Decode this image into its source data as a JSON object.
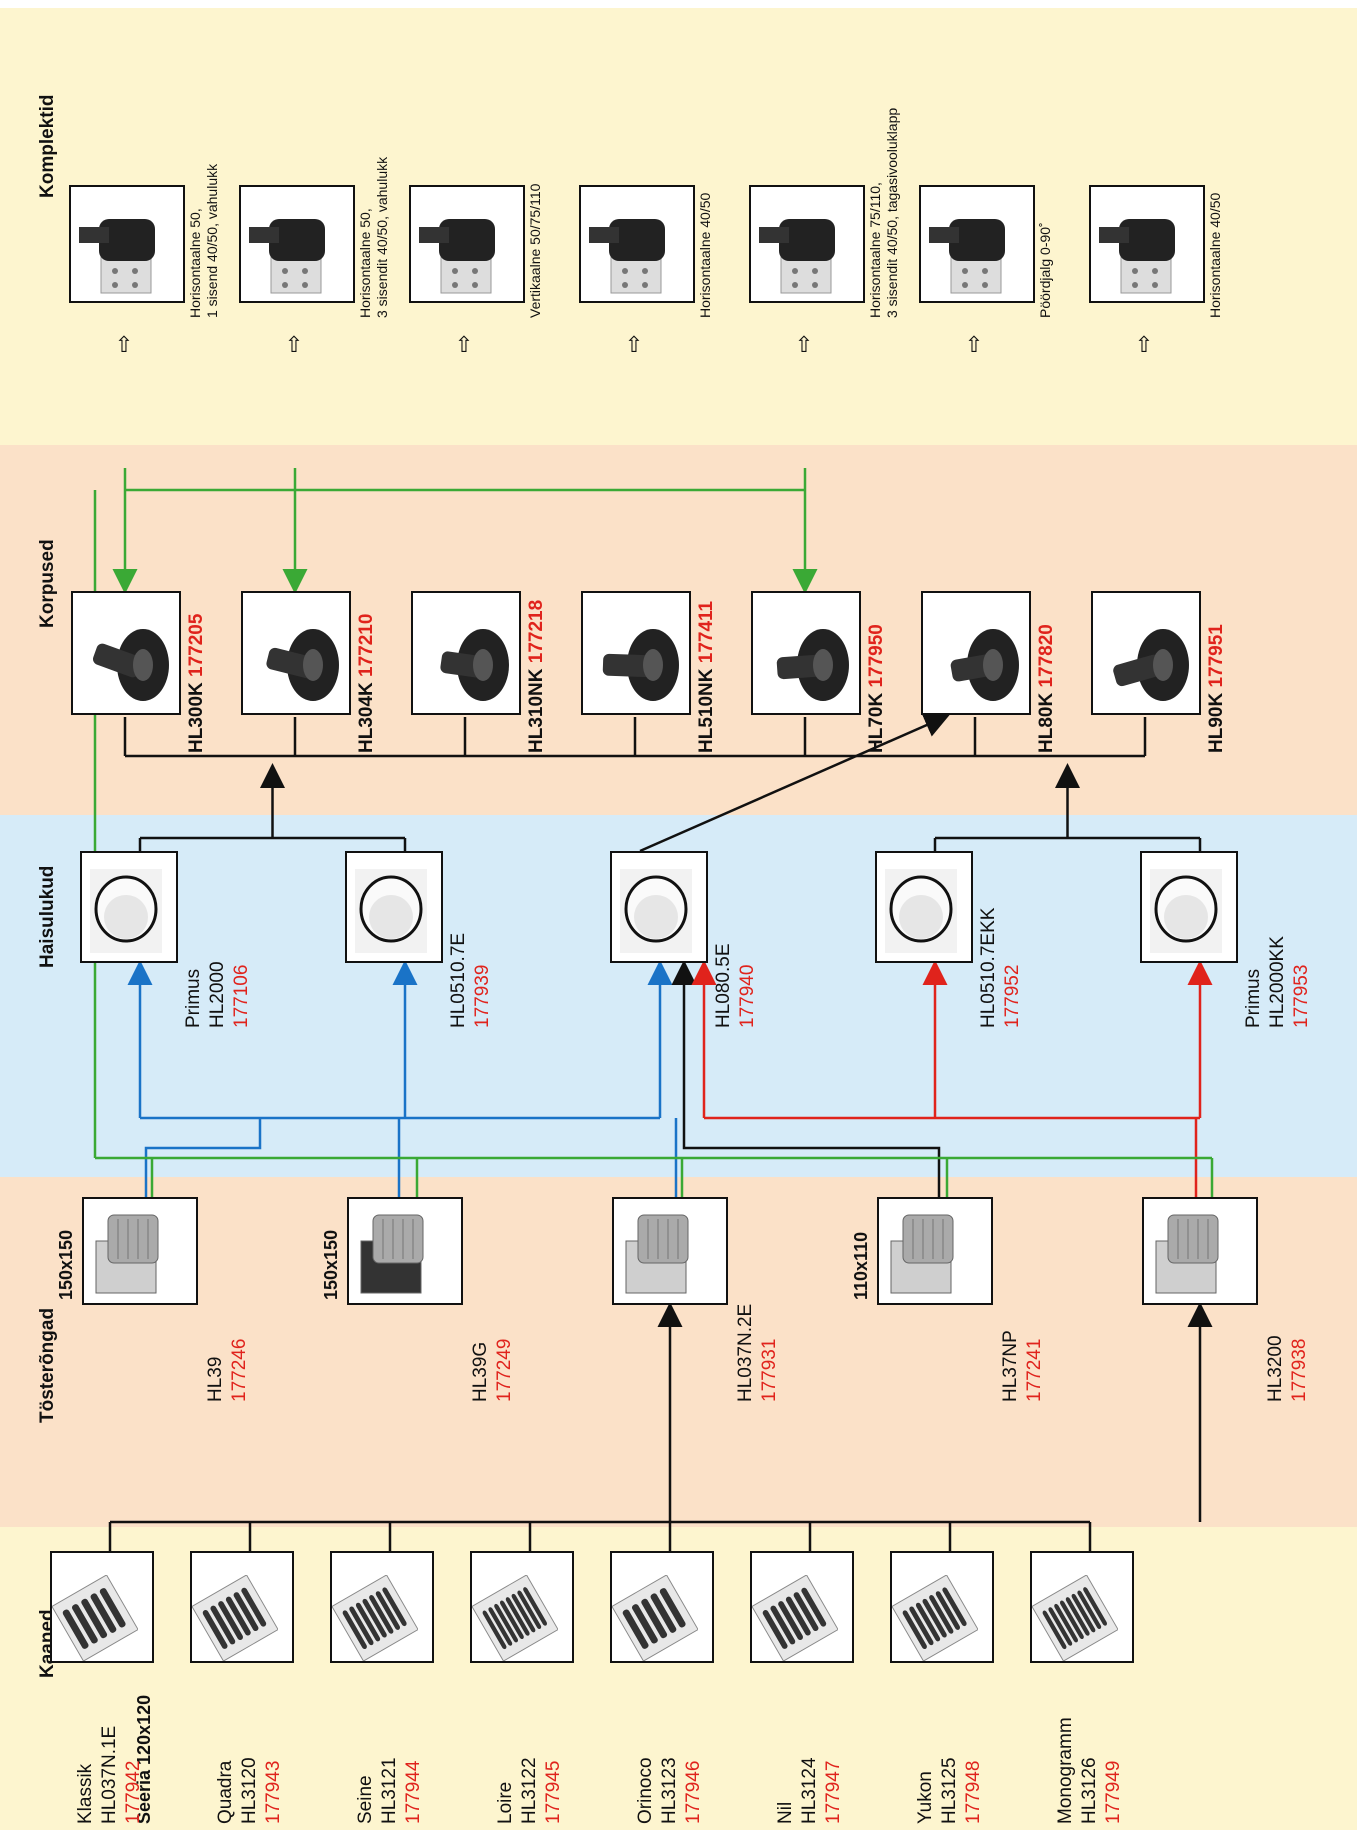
{
  "sections": {
    "kaaned": "Kaaned",
    "tosterongad": "Tösterõngad",
    "haisulukud": "Haisulukud",
    "korpused": "Korpused",
    "komplektid": "Komplektid"
  },
  "series_label": "Seeria 120x120",
  "colors": {
    "accent_red": "#e0231c",
    "blue": "#1a73c7",
    "green": "#3aa935",
    "line": "#111111"
  },
  "covers": [
    {
      "name": "Klassik",
      "code": "HL037N.1E",
      "num": "177942"
    },
    {
      "name": "Quadra",
      "code": "HL3120",
      "num": "177943"
    },
    {
      "name": "Seine",
      "code": "HL3121",
      "num": "177944"
    },
    {
      "name": "Loire",
      "code": "HL3122",
      "num": "177945"
    },
    {
      "name": "Orinoco",
      "code": "HL3123",
      "num": "177946"
    },
    {
      "name": "Nil",
      "code": "HL3124",
      "num": "177947"
    },
    {
      "name": "Yukon",
      "code": "HL3125",
      "num": "177948"
    },
    {
      "name": "Monogramm",
      "code": "HL3126",
      "num": "177949"
    }
  ],
  "rings": [
    {
      "size": "150x150",
      "code": "HL39",
      "num": "177246"
    },
    {
      "size": "150x150",
      "code": "HL39G",
      "num": "177249"
    },
    {
      "size": "",
      "code": "HL037N.2E",
      "num": "177931"
    },
    {
      "size": "110x110",
      "code": "HL37NP",
      "num": "177241"
    },
    {
      "size": "",
      "code": "HL3200",
      "num": "177938"
    }
  ],
  "traps": [
    {
      "line1": "Primus",
      "code": "HL2000",
      "num": "177106"
    },
    {
      "line1": "",
      "code": "HL0510.7E",
      "num": "177939"
    },
    {
      "line1": "",
      "code": "HL080.5E",
      "num": "177940"
    },
    {
      "line1": "",
      "code": "HL0510.7EKK",
      "num": "177952"
    },
    {
      "line1": "Primus",
      "code": "HL2000KK",
      "num": "177953"
    }
  ],
  "bodies": [
    {
      "code": "HL300K",
      "num": "177205"
    },
    {
      "code": "HL304K",
      "num": "177210"
    },
    {
      "code": "HL310NK",
      "num": "177218"
    },
    {
      "code": "HL510NK",
      "num": "177411"
    },
    {
      "code": "HL70K",
      "num": "177950"
    },
    {
      "code": "HL80K",
      "num": "177820"
    },
    {
      "code": "HL90K",
      "num": "177951"
    }
  ],
  "kits": [
    {
      "line1": "Horisontaalne 50,",
      "line2": "1 sisend 40/50, vahulukk"
    },
    {
      "line1": "Horisontaalne 50,",
      "line2": "3 sisendit 40/50, vahulukk"
    },
    {
      "line1": "Vertikaalne 50/75/110",
      "line2": ""
    },
    {
      "line1": "Horisontaalne 40/50",
      "line2": ""
    },
    {
      "line1": "Horisontaalne 75/110,",
      "line2": "3 sisendit 40/50, tagasivooluklapp"
    },
    {
      "line1": "Pöördjalg 0-90˚",
      "line2": ""
    },
    {
      "line1": "Horisontaalne 40/50",
      "line2": ""
    }
  ]
}
